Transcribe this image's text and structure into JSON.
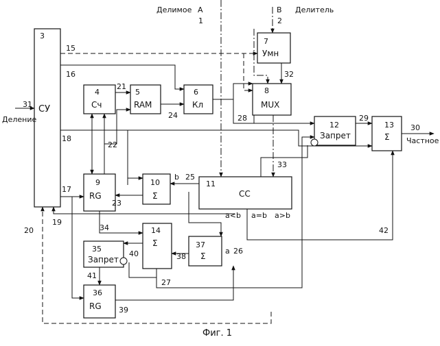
{
  "caption": "Фиг. 1",
  "top_labels": {
    "dividend": "Делимое",
    "a_letter": "A",
    "a_num": "1",
    "b_letter": "B",
    "b_num": "2",
    "divisor": "Делитель"
  },
  "left_labels": {
    "input_name": "Деление",
    "input_num": "31",
    "line20": "20"
  },
  "output_labels": {
    "quotient": "Частное",
    "num30": "30"
  },
  "blocks": {
    "b3": {
      "num": "3",
      "name": "СУ"
    },
    "b4": {
      "num": "4",
      "name": "Сч"
    },
    "b5": {
      "num": "5",
      "name": "RAM"
    },
    "b6": {
      "num": "6",
      "name": "Кл"
    },
    "b7": {
      "num": "7",
      "name": "Умн"
    },
    "b8": {
      "num": "8",
      "name": "MUX"
    },
    "b9": {
      "num": "9",
      "name": "RG"
    },
    "b10": {
      "num": "10",
      "name": "Σ"
    },
    "b11": {
      "num": "11",
      "name": "CC"
    },
    "b12": {
      "num": "12",
      "name": "Запрет"
    },
    "b13": {
      "num": "13",
      "name": "Σ"
    },
    "b14": {
      "num": "14",
      "name": "Σ"
    },
    "b35": {
      "num": "35",
      "name": "Запрет"
    },
    "b36": {
      "num": "36",
      "name": "RG"
    },
    "b37": {
      "num": "37",
      "name": "Σ"
    }
  },
  "line_labels": {
    "l15": "15",
    "l16": "16",
    "l17": "17",
    "l18": "18",
    "l19": "19",
    "l21": "21",
    "l22": "22",
    "l23": "23",
    "l24": "24",
    "l25": "25",
    "l26": "26",
    "l27": "27",
    "l28": "28",
    "l29": "29",
    "l32": "32",
    "l33": "33",
    "l34": "34",
    "l38": "38",
    "l39": "39",
    "l40": "40",
    "l41": "41",
    "l42": "42",
    "b": "b",
    "a": "a",
    "altb": "a<b",
    "aeqb": "a=b",
    "agtb": "a>b"
  }
}
